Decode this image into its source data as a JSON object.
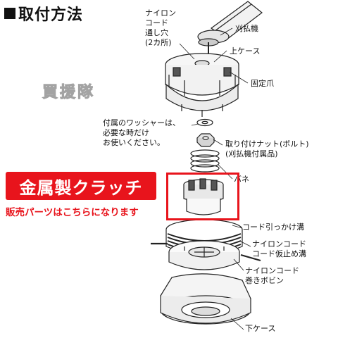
{
  "title": "取付方法",
  "watermark": "買援隊",
  "labels": {
    "nylon_cord_hole": "ナイロン\nコード\n通し穴\n(2カ所)",
    "brush_cutter": "刈払機",
    "upper_case": "上ケース",
    "fixing_claw": "固定爪",
    "washer_note": "付属のワッシャーは、\n必要な時だけ\nお使いください。",
    "mounting_nut": "取り付けナット(ボルト)\n(刈払機付属品)",
    "spring": "バネ",
    "cord_hook_groove": "コード引っかけ溝",
    "cord_temp_groove": "ナイロンコード\nコード仮止め溝",
    "cord_bobbin": "ナイロンコード\n巻きボビン",
    "lower_case": "下ケース"
  },
  "callout": {
    "banner": "金属製クラッチ",
    "sub": "販売パーツはこちらになります"
  },
  "colors": {
    "accent_red": "#e8141c",
    "line": "#222222",
    "part_fill": "#f2f2f2",
    "part_dark": "#555555"
  }
}
